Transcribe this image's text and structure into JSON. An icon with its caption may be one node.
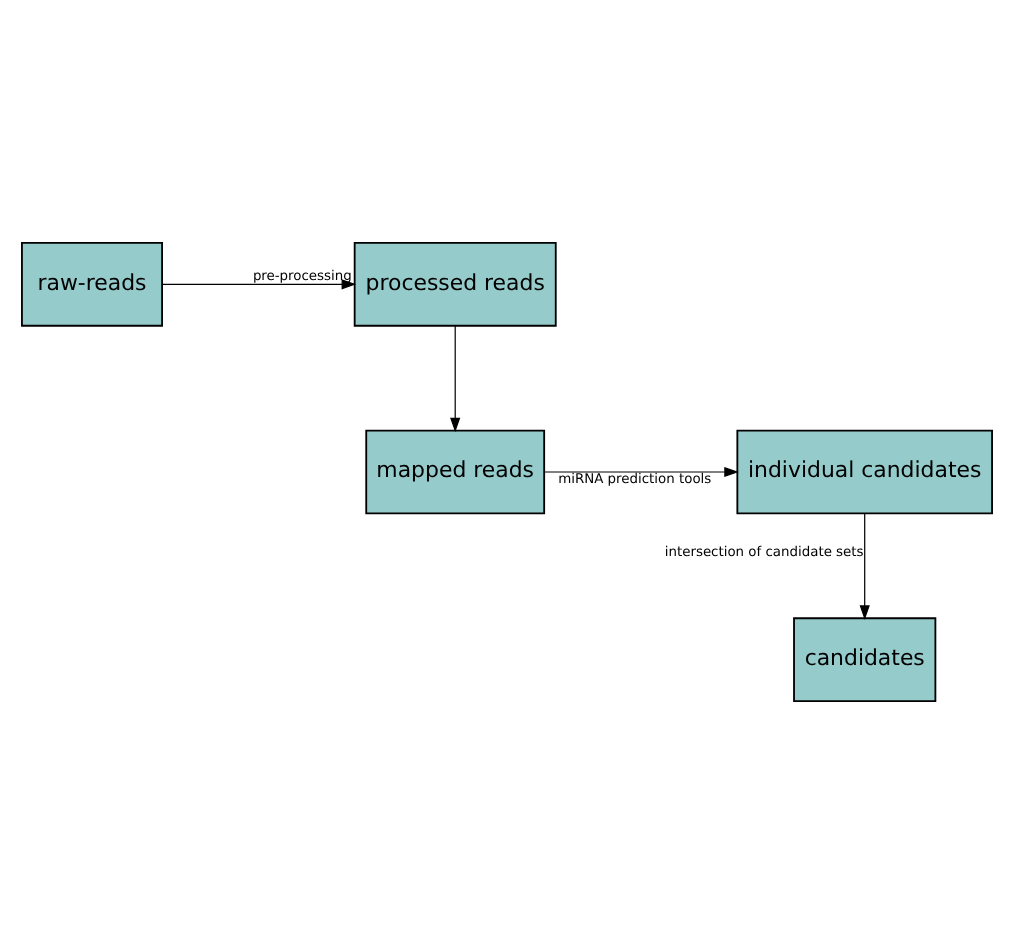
{
  "diagram": {
    "nodes": [
      {
        "text": [
          "raw-reads"
        ]
      },
      {
        "text": [
          "processed reads"
        ]
      },
      {
        "text": [
          "mapped reads"
        ]
      },
      {
        "text": [
          "individual candidates"
        ]
      },
      {
        "text": [
          "candidates"
        ]
      }
    ],
    "edges": [
      {
        "from": 0,
        "to": 1,
        "arrow": "to",
        "label": "pre-processing"
      },
      {
        "from": 1,
        "to": 2,
        "arrow": "to"
      },
      {
        "from": 2,
        "to": 3,
        "arrow": "to",
        "label": "miRNA prediction tools"
      },
      {
        "from": 3,
        "to": 4,
        "arrow": "to",
        "label": "intersection of candidate sets"
      }
    ]
  }
}
